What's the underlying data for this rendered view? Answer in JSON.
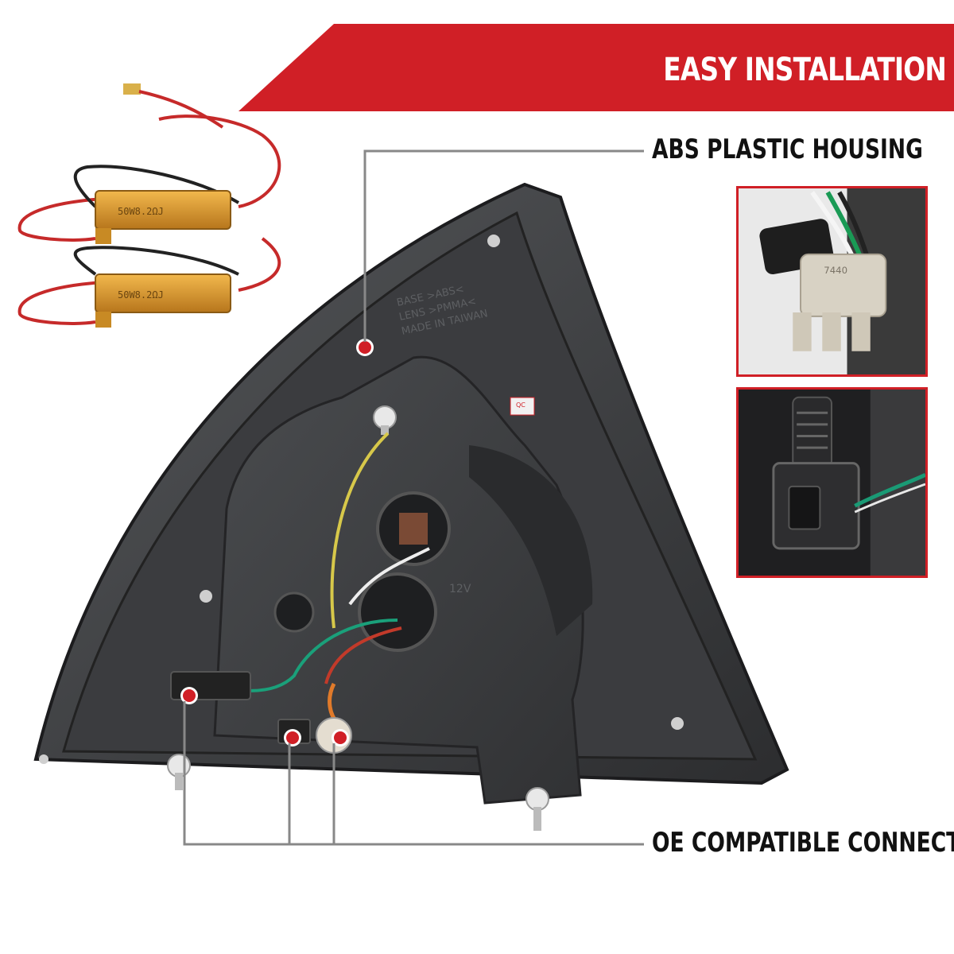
{
  "banner": {
    "title": "EASY INSTALLATION",
    "color": "#d01f26"
  },
  "callouts": {
    "abs_housing": "ABS PLASTIC HOUSING",
    "oe_connectors": "OE COMPATIBLE CONNECTORS"
  },
  "resistor_marking": "50W8.2ΩJ",
  "housing_markings": {
    "base": "BASE >ABS<",
    "lens": "LENS >PMMA<",
    "origin": "MADE IN TAIWAN",
    "voltage": "12V",
    "qc": "QC"
  },
  "bulb_marking": "7440",
  "colors": {
    "accent": "#d01f26",
    "housing": "#3a3b3d",
    "resistor": "#d9962b",
    "line": "#888888"
  }
}
